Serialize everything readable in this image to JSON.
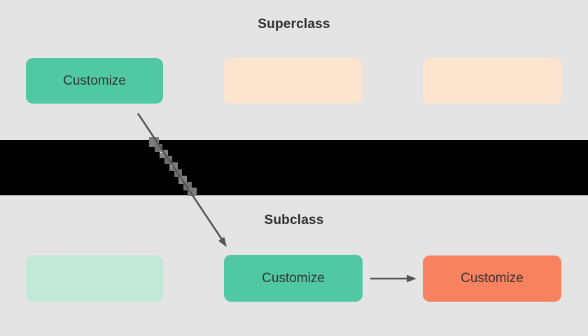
{
  "superclass": {
    "title": "Superclass",
    "boxes": [
      {
        "label": "Customize",
        "style": "green"
      },
      {
        "label": "",
        "style": "peach"
      },
      {
        "label": "",
        "style": "peach"
      }
    ]
  },
  "subclass": {
    "title": "Subclass",
    "boxes": [
      {
        "label": "",
        "style": "mint"
      },
      {
        "label": "Customize",
        "style": "green"
      },
      {
        "label": "Customize",
        "style": "orange"
      }
    ]
  },
  "colors": {
    "background": "#e4e4e4",
    "band": "#000000",
    "green": "#50c9a2",
    "mint": "#c2e8d8",
    "peach": "#fde4ce",
    "orange": "#f8825f",
    "arrow": "#545454",
    "title_text": "#2c2c2c",
    "box_text": "#333333"
  }
}
